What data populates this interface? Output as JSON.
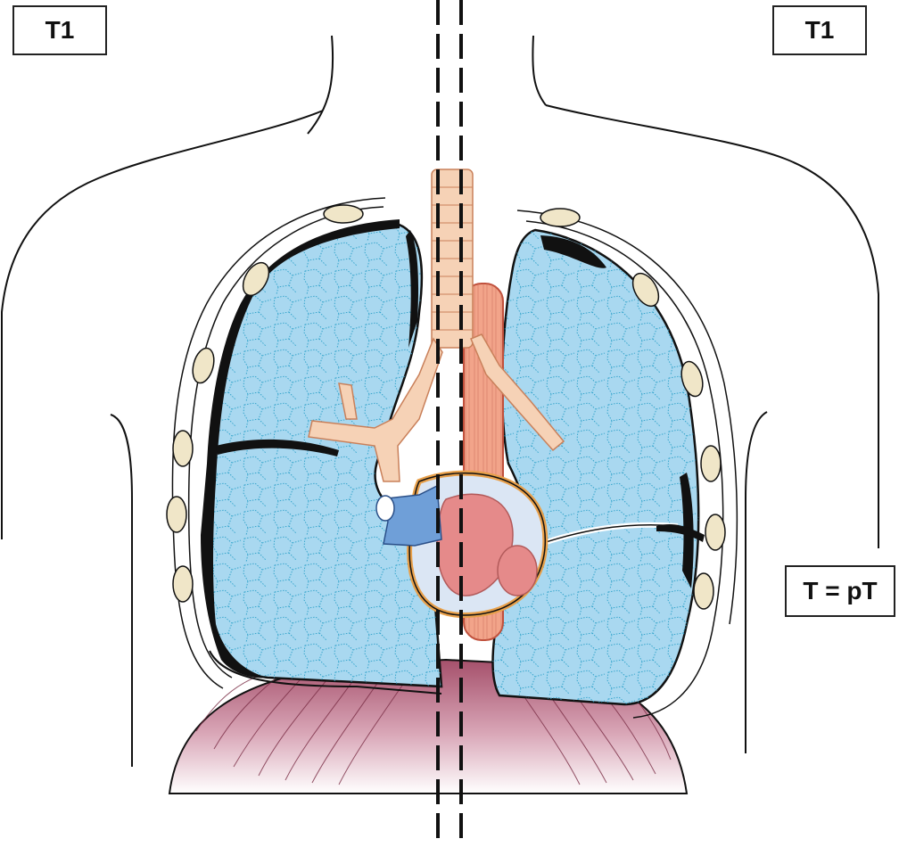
{
  "labels": {
    "t1_left": "T1",
    "t1_right": "T1",
    "classification": "T = pT"
  },
  "colors": {
    "lung_fill": "#a9d8f0",
    "lung_lobule_lines": "#2aa0c8",
    "pleural_thickening": "#111111",
    "aorta": "#f2a48a",
    "trachea": "#f6d2b6",
    "heart_pericardium": "#e8a04a",
    "heart_chamber": "#e58a8a",
    "vena_cava": "#6f9fd8",
    "diaphragm_muscle": "#a5506b",
    "rib": "#f0e6c8",
    "outline": "#111111"
  },
  "icons": [
    "rib-cross-section-icon",
    "lung-lobule-pattern"
  ]
}
